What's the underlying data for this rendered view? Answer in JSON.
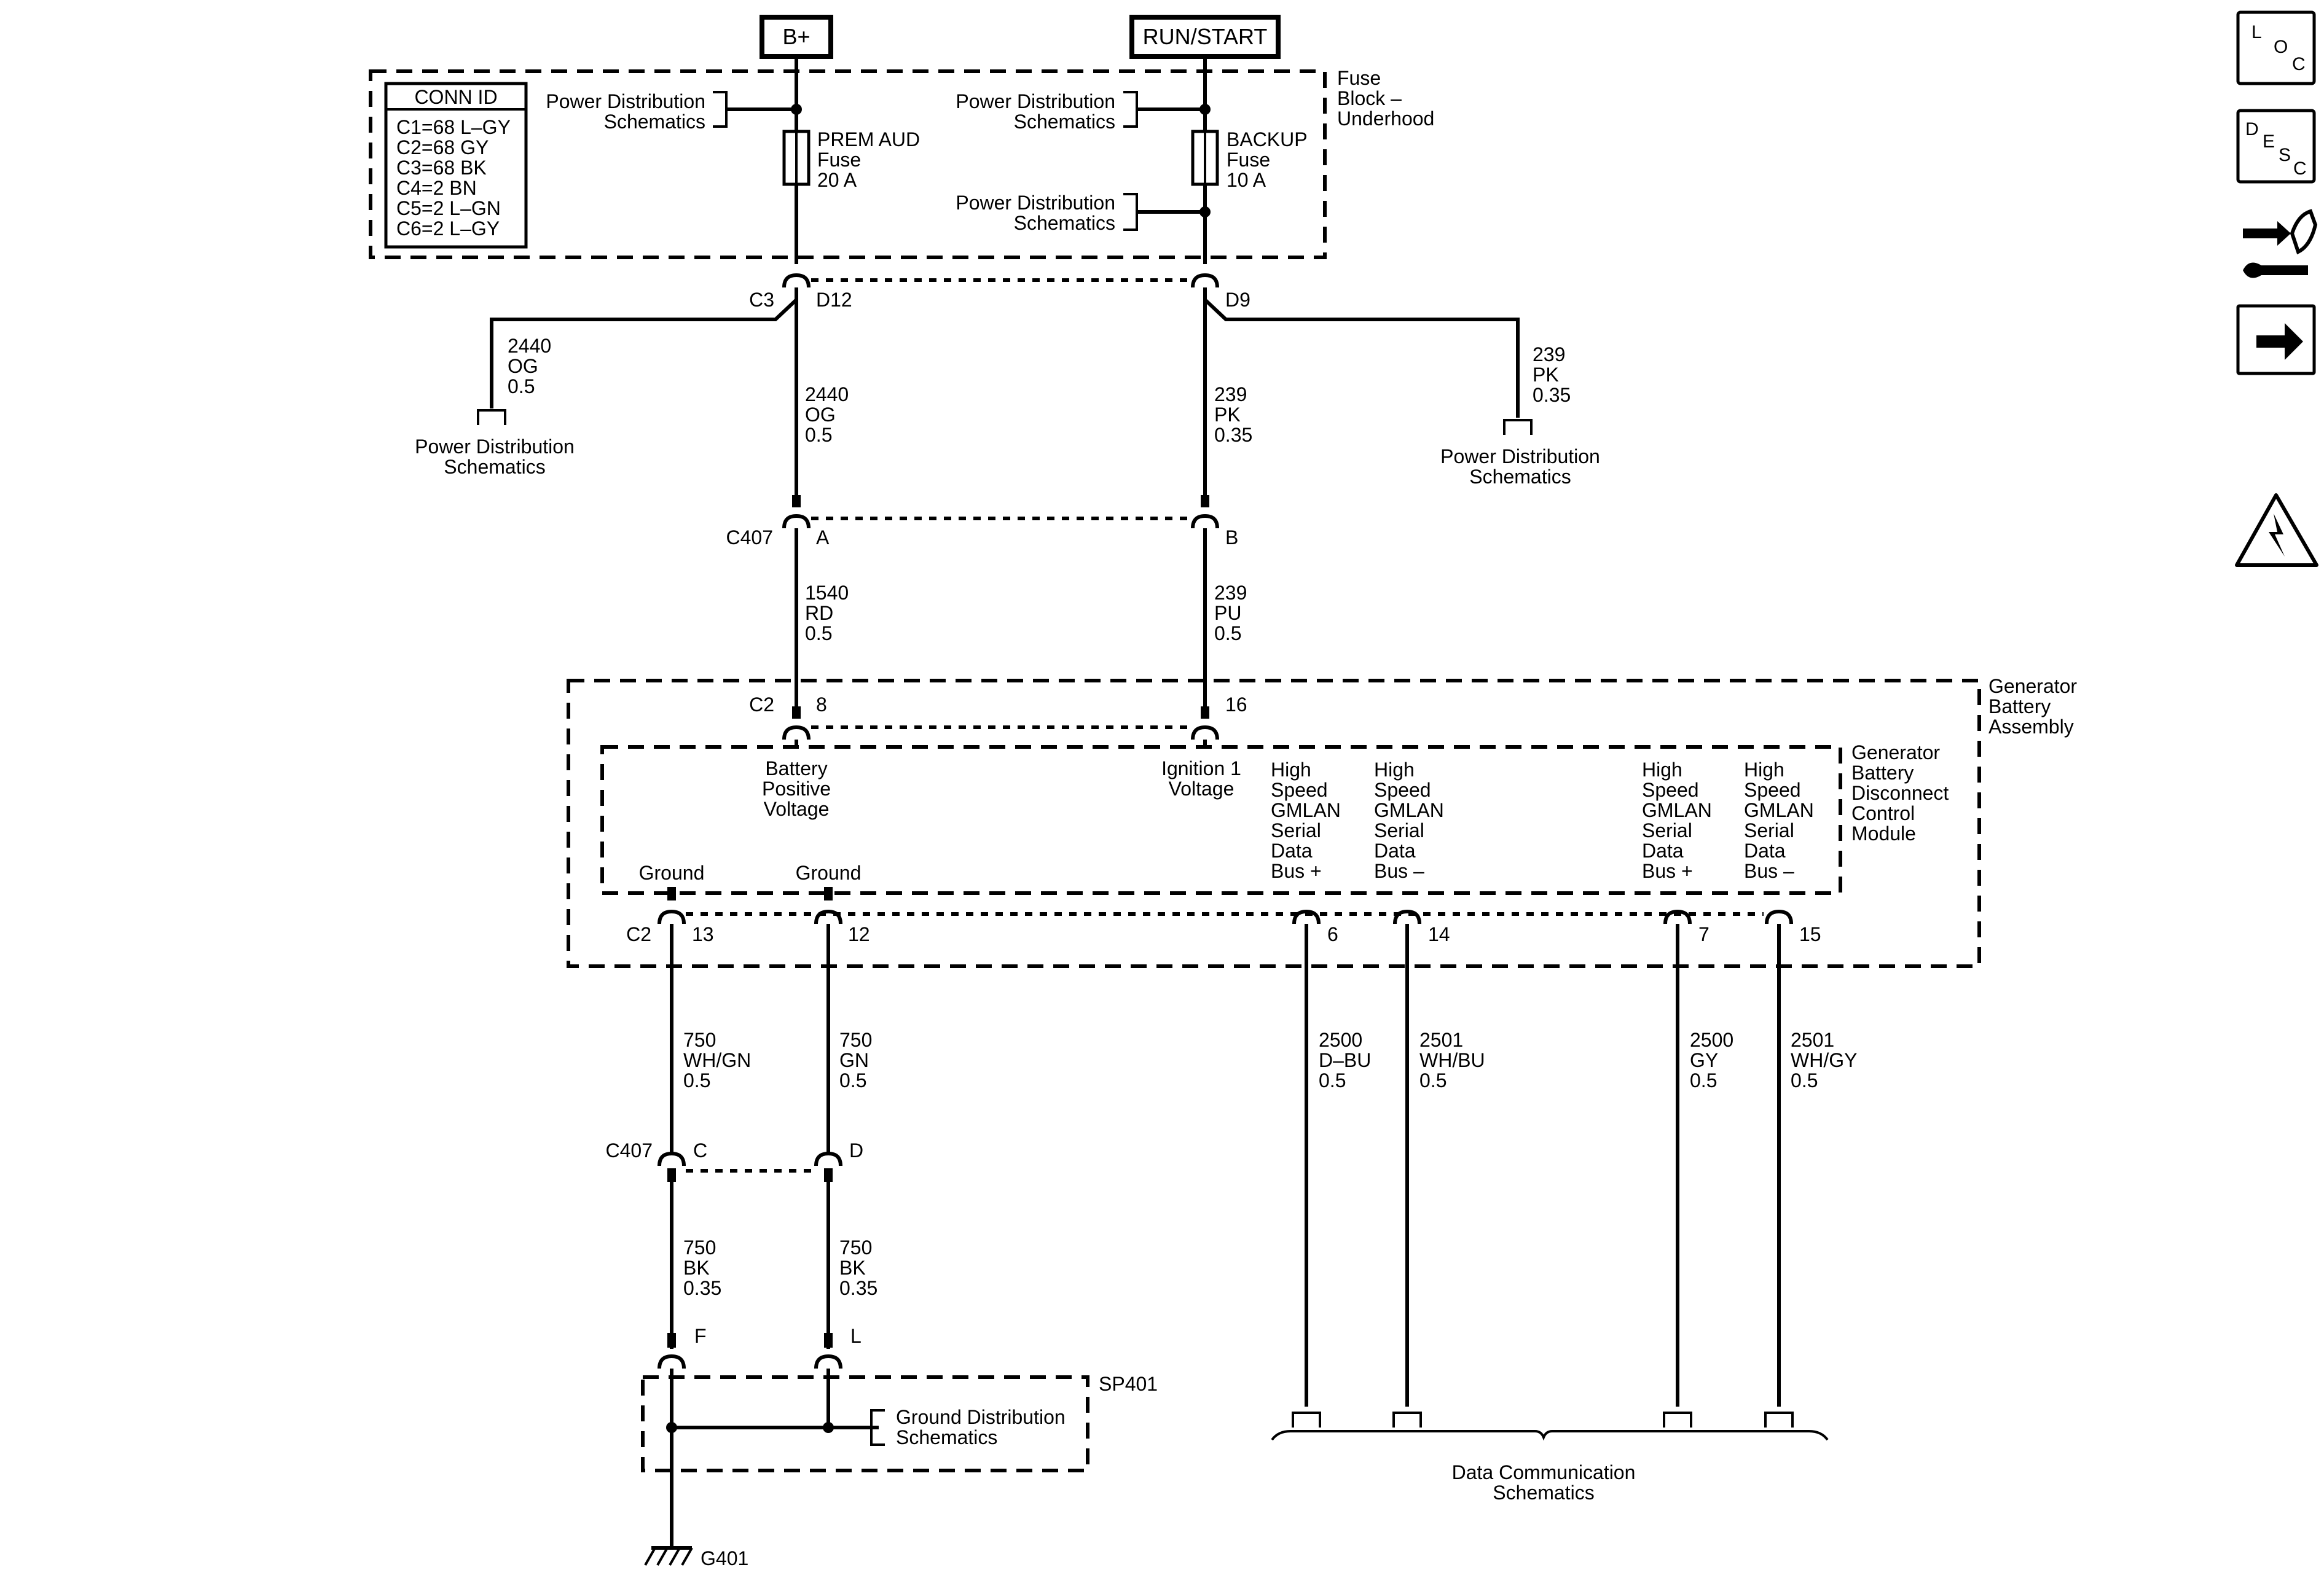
{
  "sources": {
    "bplus": "B+",
    "run_start": "RUN/START"
  },
  "fuse_block": {
    "title": [
      "Fuse",
      "Block –",
      "Underhood"
    ],
    "conn_id": {
      "header": "CONN ID",
      "rows": [
        "C1=68 L–GY",
        "C2=68 GY",
        "C3=68 BK",
        "C4=2 BN",
        "C5=2 L–GN",
        "C6=2 L–GY"
      ]
    },
    "pds_ref_1": [
      "Power Distribution",
      "Schematics"
    ],
    "pds_ref_2": [
      "Power Distribution",
      "Schematics"
    ],
    "pds_ref_3": [
      "Power Distribution",
      "Schematics"
    ],
    "fuse_left": [
      "PREM AUD",
      "Fuse",
      "20 A"
    ],
    "fuse_right": [
      "BACKUP",
      "Fuse",
      "10 A"
    ]
  },
  "connectors": {
    "c3": "C3",
    "d12": "D12",
    "d9": "D9",
    "c407_top": "C407",
    "pin_a": "A",
    "pin_b": "B",
    "c2_top": "C2",
    "pin_8": "8",
    "pin_16": "16",
    "c2_bottom": "C2",
    "pin_13": "13",
    "pin_12": "12",
    "pin_6": "6",
    "pin_14": "14",
    "pin_7": "7",
    "pin_15": "15",
    "c407_bottom": "C407",
    "pin_c": "C",
    "pin_d": "D",
    "pin_f": "F",
    "pin_l": "L"
  },
  "wires": {
    "w_2440_branch": [
      "2440",
      "OG",
      "0.5"
    ],
    "w_2440": [
      "2440",
      "OG",
      "0.5"
    ],
    "w_239_pk": [
      "239",
      "PK",
      "0.35"
    ],
    "w_239_branch": [
      "239",
      "PK",
      "0.35"
    ],
    "w_1540": [
      "1540",
      "RD",
      "0.5"
    ],
    "w_239_pu": [
      "239",
      "PU",
      "0.5"
    ],
    "w_750_whgn": [
      "750",
      "WH/GN",
      "0.5"
    ],
    "w_750_gn": [
      "750",
      "GN",
      "0.5"
    ],
    "w_2500_dbu": [
      "2500",
      "D–BU",
      "0.5"
    ],
    "w_2501_whbu": [
      "2501",
      "WH/BU",
      "0.5"
    ],
    "w_2500_gy": [
      "2500",
      "GY",
      "0.5"
    ],
    "w_2501_whgy": [
      "2501",
      "WH/GY",
      "0.5"
    ],
    "w_750_bk_1": [
      "750",
      "BK",
      "0.35"
    ],
    "w_750_bk_2": [
      "750",
      "BK",
      "0.35"
    ]
  },
  "refs": {
    "pds_left": [
      "Power Distribution",
      "Schematics"
    ],
    "pds_right": [
      "Power Distribution",
      "Schematics"
    ],
    "ground_dist": [
      "Ground Distribution",
      "Schematics"
    ],
    "data_comm": [
      "Data Communication",
      "Schematics"
    ]
  },
  "generator": {
    "assembly": [
      "Generator",
      "Battery",
      "Assembly"
    ],
    "module": [
      "Generator",
      "Battery",
      "Disconnect",
      "Control",
      "Module"
    ],
    "battery_positive": [
      "Battery",
      "Positive",
      "Voltage"
    ],
    "ignition": [
      "Ignition 1",
      "Voltage"
    ],
    "ground_1": "Ground",
    "ground_2": "Ground",
    "bus_plus_1": [
      "High",
      "Speed",
      "GMLAN",
      "Serial",
      "Data",
      "Bus +"
    ],
    "bus_minus_1": [
      "High",
      "Speed",
      "GMLAN",
      "Serial",
      "Data",
      "Bus –"
    ],
    "bus_plus_2": [
      "High",
      "Speed",
      "GMLAN",
      "Serial",
      "Data",
      "Bus +"
    ],
    "bus_minus_2": [
      "High",
      "Speed",
      "GMLAN",
      "Serial",
      "Data",
      "Bus –"
    ]
  },
  "splice": "SP401",
  "ground_label": "G401",
  "icons": {
    "loc": [
      "L",
      "O",
      "C"
    ],
    "desc": [
      "D",
      "E",
      "S",
      "C"
    ],
    "names": [
      "loc-icon",
      "desc-icon",
      "component-view-icon",
      "next-arrow-icon",
      "warning-icon"
    ]
  }
}
